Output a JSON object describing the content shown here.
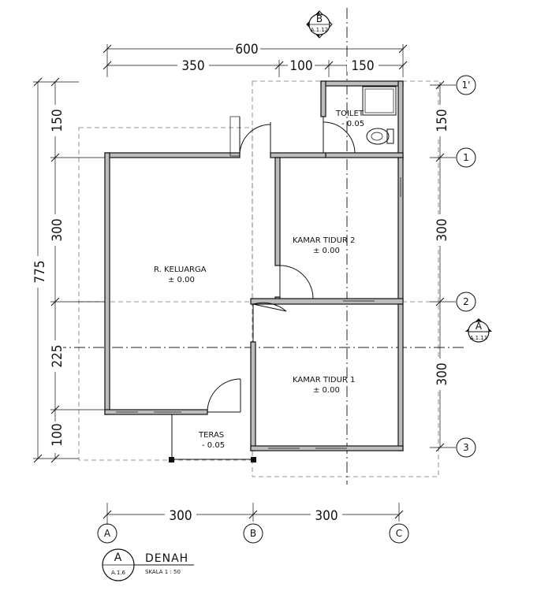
{
  "dimensions": {
    "top_total": "600",
    "top_segments": [
      "350",
      "100",
      "150"
    ],
    "left_total": "775",
    "left_segments": [
      "150",
      "300",
      "225",
      "100"
    ],
    "right_segments": [
      "150",
      "300",
      "300"
    ],
    "bottom_segments": [
      "300",
      "300"
    ]
  },
  "rooms": {
    "toilet": {
      "name": "TOILET",
      "level": "- 0.05"
    },
    "kamar2": {
      "name": "KAMAR TIDUR 2",
      "level": "± 0.00"
    },
    "keluarga": {
      "name": "R. KELUARGA",
      "level": "± 0.00"
    },
    "kamar1": {
      "name": "KAMAR TIDUR 1",
      "level": "± 0.00"
    },
    "teras": {
      "name": "TERAS",
      "level": "- 0.05"
    }
  },
  "grid": {
    "rows": [
      "1'",
      "1",
      "2",
      "3"
    ],
    "cols": [
      "A",
      "B",
      "C"
    ]
  },
  "section_markers": {
    "b": {
      "letter": "B",
      "ref": "A.1.12"
    },
    "a": {
      "letter": "A",
      "ref": "A.1.11"
    }
  },
  "title_block": {
    "letter": "A",
    "ref": "A.1.6",
    "title": "DENAH",
    "scale": "SKALA 1 : 50"
  }
}
